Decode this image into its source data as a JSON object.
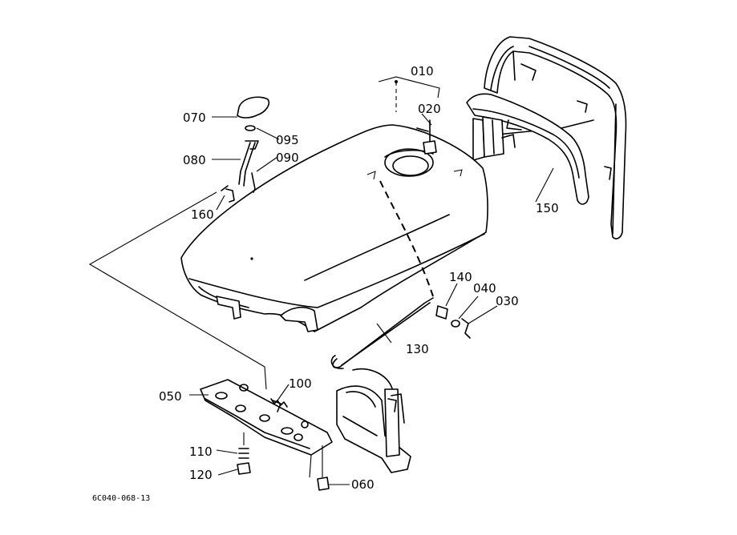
{
  "labels": {
    "p010": "010",
    "p020": "020",
    "p030": "030",
    "p040": "040",
    "p050": "050",
    "p060": "060",
    "p070": "070",
    "p080": "080",
    "p090": "090",
    "p095": "095",
    "p100": "100",
    "p110": "110",
    "p120": "120",
    "p130": "130",
    "p140": "140",
    "p150": "150",
    "p160": "160"
  },
  "footer": {
    "code": "6C040-068-13"
  }
}
